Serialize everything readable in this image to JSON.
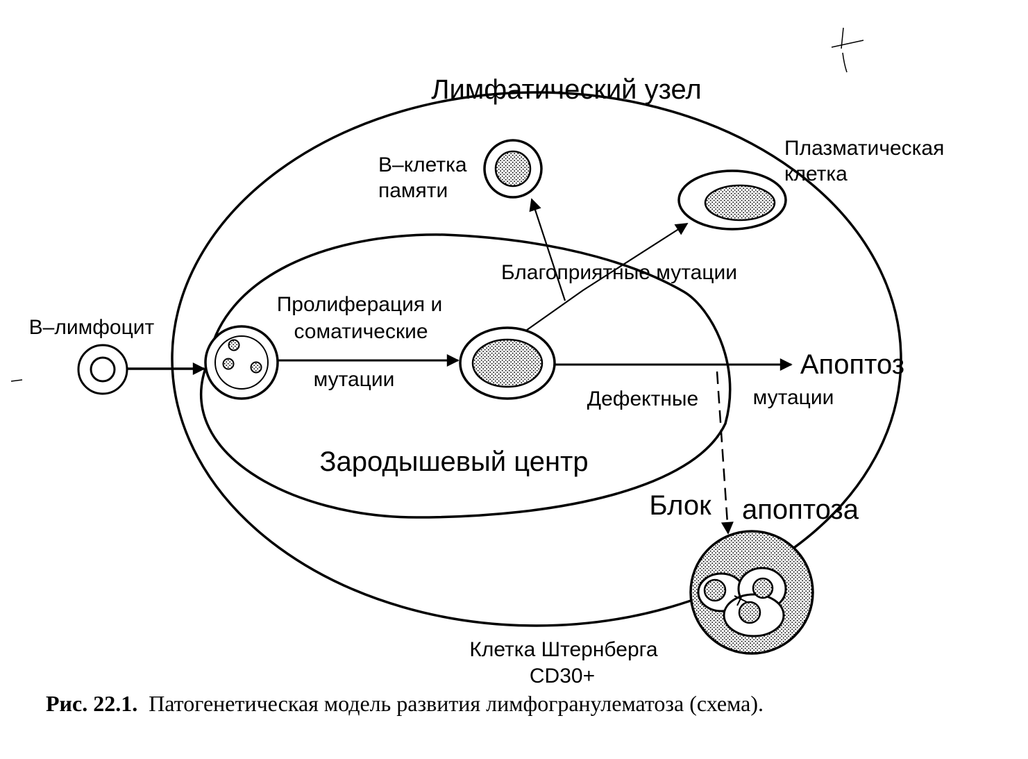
{
  "labels": {
    "lymph_node": "Лимфатический узел",
    "plasma_cell_line1": "Плазматическая",
    "plasma_cell_line2": "клетка",
    "memory_b_line1": "В–клетка",
    "memory_b_line2": "памяти",
    "favorable_mutations": "Благоприятные мутации",
    "proliferation_line1": "Пролиферация и",
    "proliferation_line2": "соматические",
    "proliferation_line3": "мутации",
    "b_lymphocyte": "В–лимфоцит",
    "apoptosis": "Апоптоз",
    "defective": "Дефектные",
    "mutations": "мутации",
    "germinal_center": "Зародышевый центр",
    "apoptosis_block_word1": "Блок",
    "apoptosis_block_word2": "апоптоза",
    "sternberg_line1": "Клетка Штернберга",
    "sternberg_line2": "CD30+"
  },
  "caption": {
    "prefix": "Рис. 22.1.",
    "text": "Патогенетическая модель развития лимфогранулематоза (схема)."
  },
  "colors": {
    "ink": "#000000",
    "paper": "#ffffff"
  }
}
